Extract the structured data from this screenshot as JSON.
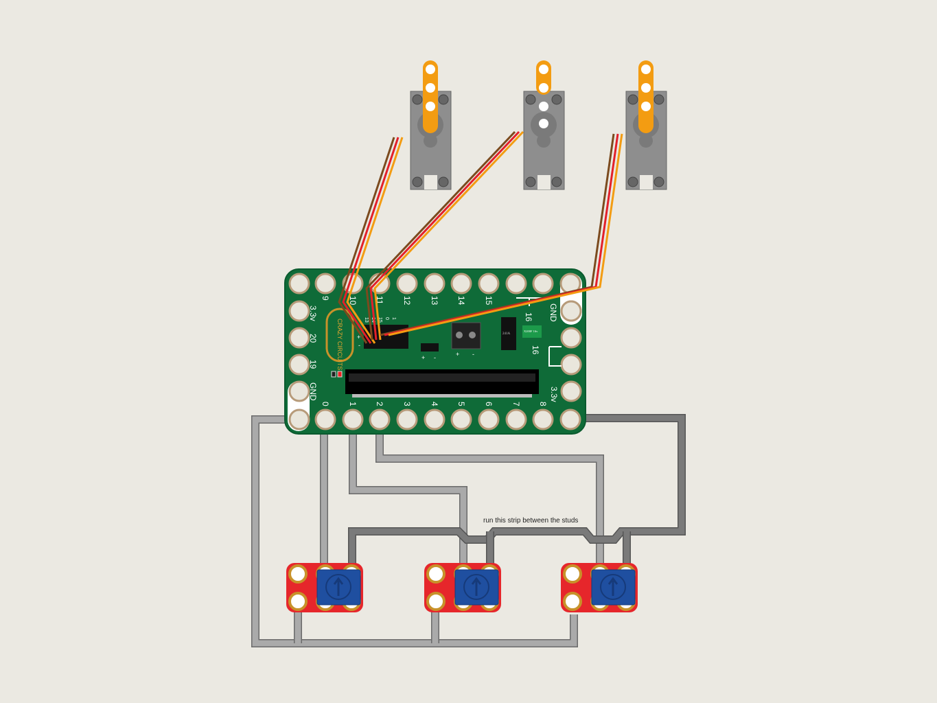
{
  "board": {
    "brand": "CRAZY CIRCUITS",
    "top_labels": [
      "9",
      "10",
      "11",
      "12",
      "13",
      "14",
      "15"
    ],
    "top_right_labels": [
      "16",
      "GND"
    ],
    "left_labels": [
      "3.3v",
      "20",
      "19",
      "GND"
    ],
    "bottom_labels": [
      "0",
      "1",
      "2",
      "3",
      "4",
      "5",
      "6",
      "7",
      "8"
    ],
    "right_labels": [
      "16",
      "3.3v"
    ],
    "header_labels": [
      "13",
      "14",
      "15",
      "0",
      "1"
    ],
    "header_polarity": [
      "+",
      "-"
    ],
    "jumper_polarity": [
      "+",
      "-"
    ],
    "terminal_polarity": [
      "+",
      "-"
    ],
    "chip_label": "241A",
    "fuse_label": "X200F 16v"
  },
  "note": "run this strip between the studs",
  "colors": {
    "board": "#0f6b38",
    "pad": "#e9e6dc",
    "pad_ring": "#b79b7a",
    "servo": "#8e8e8e",
    "horn": "#f39c12",
    "pot_board": "#e6262b",
    "pot": "#1f4fa0",
    "wire_brown": "#7b4a1e",
    "wire_red": "#e3202a",
    "wire_orange": "#f39c12"
  }
}
